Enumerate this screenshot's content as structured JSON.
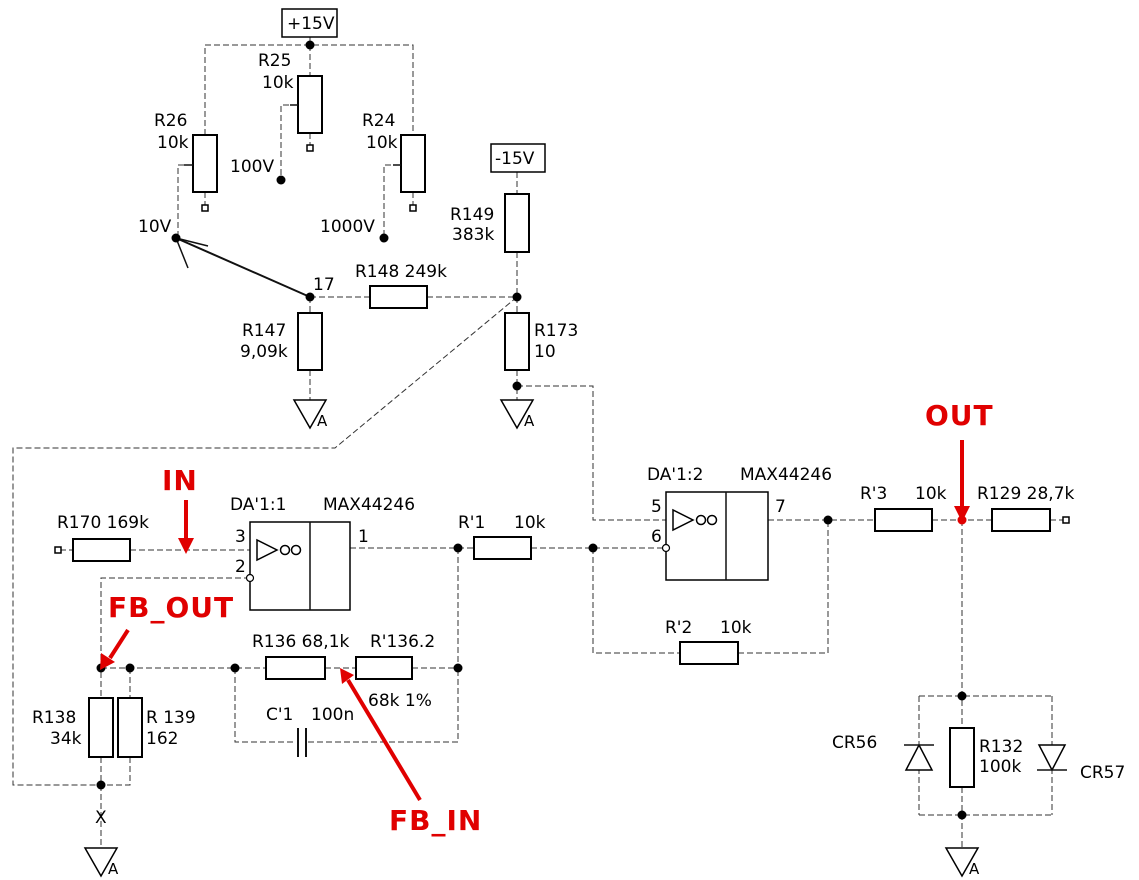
{
  "rails": {
    "vpos": "+15V",
    "vneg": "-15V"
  },
  "components": {
    "r25": {
      "name": "R25",
      "value": "10k"
    },
    "r26": {
      "name": "R26",
      "value": "10k"
    },
    "r24": {
      "name": "R24",
      "value": "10k"
    },
    "r149": {
      "name": "R149",
      "value": "383k"
    },
    "r148": {
      "name": "R148 249k"
    },
    "r147": {
      "name": "R147",
      "value": "9,09k"
    },
    "r173": {
      "name": "R173",
      "value": "10"
    },
    "r170": {
      "name": "R170 169k"
    },
    "da1": {
      "name": "DA'1:1",
      "part": "MAX44246",
      "pin3": "3",
      "pin2": "2",
      "pin1": "1"
    },
    "da2": {
      "name": "DA'1:2",
      "part": "MAX44246",
      "pin5": "5",
      "pin6": "6",
      "pin7": "7"
    },
    "rp1": {
      "name": "R'1",
      "value": "10k"
    },
    "rp2": {
      "name": "R'2",
      "value": "10k"
    },
    "rp3": {
      "name": "R'3",
      "value": "10k"
    },
    "r129": {
      "name": "R129 28,7k"
    },
    "r136": {
      "name": "R136 68,1k"
    },
    "r136b": {
      "name": "R'136.2",
      "value": "68k 1%"
    },
    "c1": {
      "name": "C'1",
      "value": "100n"
    },
    "r138": {
      "name": "R138",
      "value": "34k"
    },
    "r139": {
      "name": "R 139",
      "value": "162"
    },
    "r132": {
      "name": "R132",
      "value": "100k"
    },
    "cr56": {
      "name": "CR56"
    },
    "cr57": {
      "name": "CR57"
    }
  },
  "nodes": {
    "tap100": "100V",
    "tap10": "10V",
    "tap1000": "1000V",
    "n17": "17",
    "x": "X"
  },
  "ground_label": "A",
  "annotations": {
    "in": "IN",
    "out": "OUT",
    "fb_out": "FB_OUT",
    "fb_in": "FB_IN"
  },
  "colors": {
    "annotation": "#e00000",
    "wire": "#333333"
  }
}
